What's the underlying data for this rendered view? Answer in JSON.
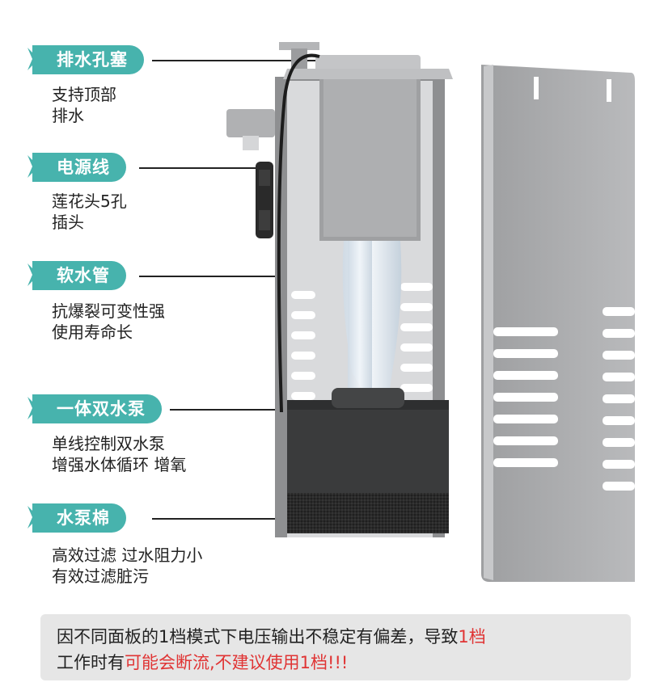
{
  "labels": [
    {
      "title": "排水孔塞",
      "lines": [
        "支持顶部",
        "排水"
      ]
    },
    {
      "title": "电源线",
      "lines": [
        "莲花头5孔",
        "插头"
      ]
    },
    {
      "title": "软水管",
      "lines": [
        "抗爆裂可变性强",
        "使用寿命长"
      ]
    },
    {
      "title": "一体双水泵",
      "lines": [
        "单线控制双水泵",
        "增强水体循环 增氧"
      ]
    },
    {
      "title": "水泵棉",
      "lines": [
        "高效过滤 过水阻力小",
        "有效过滤脏污"
      ]
    }
  ],
  "notice": {
    "part1": "因不同面板的1档模式下电压输出不稳定有偏差，导致",
    "part2": "1档",
    "part3": "工作时有",
    "part4": "可能会断流,不建议使用1档!!!"
  },
  "colors": {
    "tag": "#47b3ad",
    "warning": "#e03434",
    "panel": "#a8a8aa"
  }
}
